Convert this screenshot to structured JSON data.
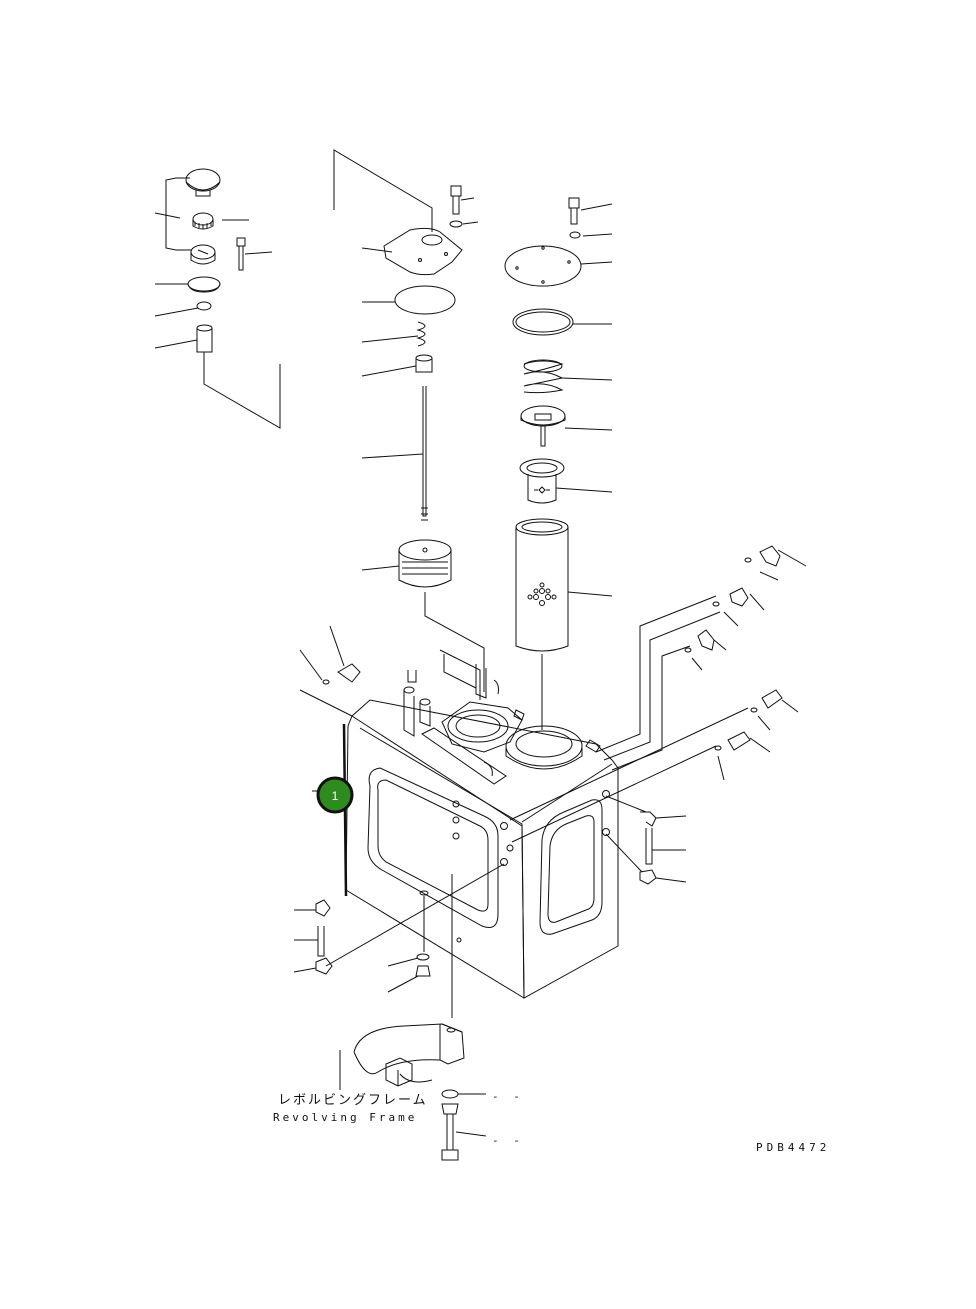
{
  "diagram": {
    "frame_label_jp": "レボルビングフレーム",
    "frame_label_en": "Revolving Frame",
    "drawing_code": "PDB4472",
    "qty_marks": [
      "- -",
      "- -"
    ],
    "callout": {
      "number": "1",
      "color": "#2e8b1e",
      "ring_color": "#111111"
    }
  }
}
